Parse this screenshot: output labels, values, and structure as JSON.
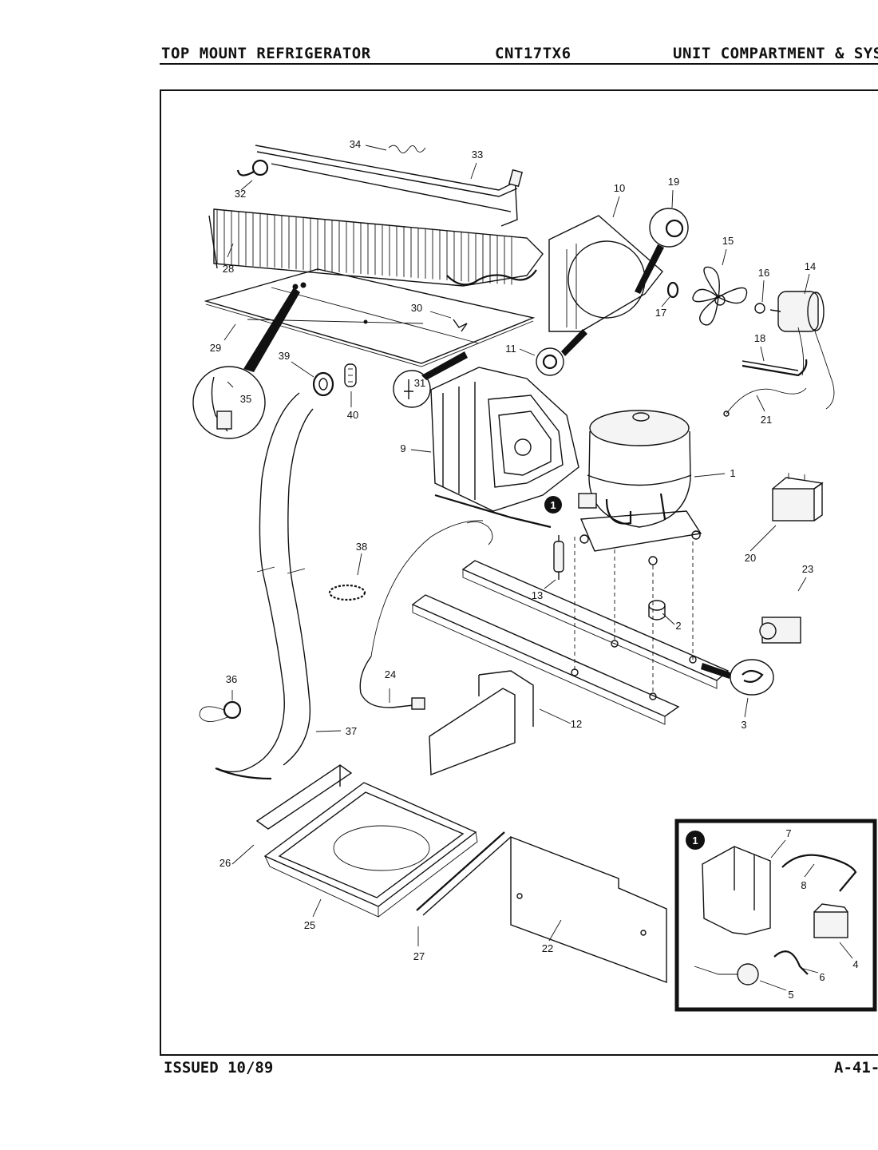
{
  "header": {
    "left": "TOP MOUNT REFRIGERATOR",
    "model": "CNT17TX6",
    "right": "UNIT COMPARTMENT & SYSTE"
  },
  "footer": {
    "issued": "ISSUED 10/89",
    "page": "A-41-"
  },
  "inset": {
    "marker": "1"
  },
  "callout_marker": "1",
  "parts": [
    {
      "id": "1",
      "label": "1"
    },
    {
      "id": "2",
      "label": "2"
    },
    {
      "id": "3",
      "label": "3"
    },
    {
      "id": "4",
      "label": "4"
    },
    {
      "id": "5",
      "label": "5"
    },
    {
      "id": "6",
      "label": "6"
    },
    {
      "id": "7",
      "label": "7"
    },
    {
      "id": "8",
      "label": "8"
    },
    {
      "id": "9",
      "label": "9"
    },
    {
      "id": "10",
      "label": "10"
    },
    {
      "id": "11",
      "label": "11"
    },
    {
      "id": "12",
      "label": "12"
    },
    {
      "id": "13",
      "label": "13"
    },
    {
      "id": "14",
      "label": "14"
    },
    {
      "id": "15",
      "label": "15"
    },
    {
      "id": "16",
      "label": "16"
    },
    {
      "id": "17",
      "label": "17"
    },
    {
      "id": "18",
      "label": "18"
    },
    {
      "id": "19",
      "label": "19"
    },
    {
      "id": "20",
      "label": "20"
    },
    {
      "id": "21",
      "label": "21"
    },
    {
      "id": "22",
      "label": "22"
    },
    {
      "id": "23",
      "label": "23"
    },
    {
      "id": "24",
      "label": "24"
    },
    {
      "id": "25",
      "label": "25"
    },
    {
      "id": "26",
      "label": "26"
    },
    {
      "id": "27",
      "label": "27"
    },
    {
      "id": "28",
      "label": "28"
    },
    {
      "id": "29",
      "label": "29"
    },
    {
      "id": "30",
      "label": "30"
    },
    {
      "id": "31",
      "label": "31"
    },
    {
      "id": "32",
      "label": "32"
    },
    {
      "id": "33",
      "label": "33"
    },
    {
      "id": "34",
      "label": "34"
    },
    {
      "id": "35",
      "label": "35"
    },
    {
      "id": "36",
      "label": "36"
    },
    {
      "id": "37",
      "label": "37"
    },
    {
      "id": "38",
      "label": "38"
    },
    {
      "id": "39",
      "label": "39"
    },
    {
      "id": "40",
      "label": "40"
    }
  ]
}
